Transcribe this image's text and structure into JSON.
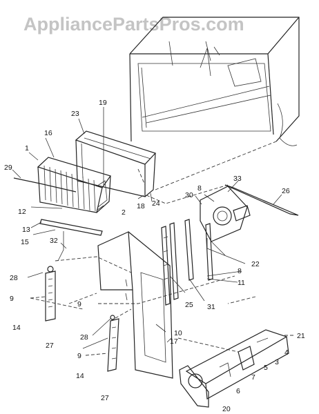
{
  "watermark": "AppliancePartsPros.com",
  "callouts": [
    "1",
    "2",
    "3",
    "4",
    "5",
    "6",
    "7",
    "8",
    "8",
    "9",
    "9",
    "9",
    "10",
    "11",
    "12",
    "13",
    "14",
    "14",
    "15",
    "16",
    "17",
    "18",
    "19",
    "20",
    "21",
    "22",
    "23",
    "24",
    "25",
    "26",
    "27",
    "27",
    "28",
    "28",
    "29",
    "30",
    "31",
    "32",
    "33"
  ]
}
